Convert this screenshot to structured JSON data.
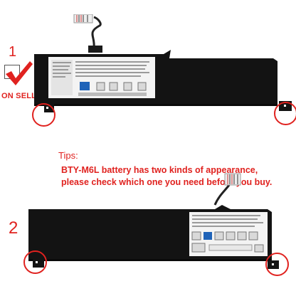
{
  "option1": {
    "number": "1",
    "badge": "ON SELL"
  },
  "option2": {
    "number": "2"
  },
  "tips": {
    "title": "Tips:",
    "line1": "BTY-M6L battery has two kinds of appearance,",
    "line2": "please check which one you need before you buy."
  },
  "colors": {
    "accent_red": "#e0221f",
    "battery_black": "#131313",
    "label_white": "#f3f3f3",
    "cert_blue": "#1f63b8"
  },
  "icons": [
    "checkmark-icon",
    "battery-image",
    "connector-cable",
    "highlight-circle"
  ]
}
